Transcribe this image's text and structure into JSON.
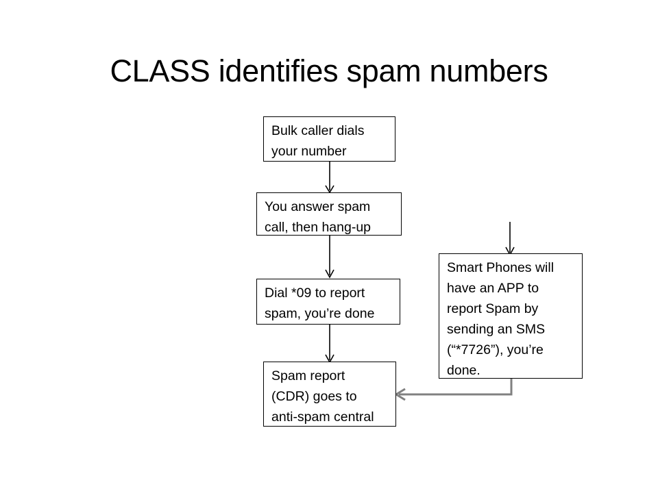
{
  "slide": {
    "title": "CLASS identifies spam numbers",
    "background_color": "#ffffff",
    "text_color": "#000000"
  },
  "diagram": {
    "type": "flowchart",
    "nodes": [
      {
        "id": "bulk-caller",
        "text": "Bulk caller dials\nyour number",
        "lines": [
          "Bulk caller dials",
          "your number"
        ]
      },
      {
        "id": "answer-call",
        "text": "You answer spam\ncall, then hang-up",
        "lines": [
          "You answer spam",
          "call, then hang-up"
        ]
      },
      {
        "id": "dial-star09",
        "text": "Dial *09 to report\nspam, you’re done",
        "lines": [
          "Dial *09 to report",
          "spam, you’re done"
        ]
      },
      {
        "id": "spam-report",
        "text": "Spam report\n(CDR) goes to\nanti-spam central",
        "lines": [
          "Spam report",
          "(CDR) goes to",
          "anti-spam central"
        ]
      },
      {
        "id": "smart-phones",
        "text": "Smart Phones will\nhave an APP to\nreport Spam by\nsending an SMS\n(“*7726”), you’re\ndone.",
        "lines": [
          "Smart Phones will",
          "have an APP to",
          "report Spam by",
          "sending an SMS",
          "(“*7726”), you’re",
          "done."
        ]
      }
    ],
    "connectors": [
      {
        "id": "bulk-caller-to-answer-call",
        "from": "bulk-caller",
        "to": "answer-call",
        "color": "#000000",
        "style": "straight-down"
      },
      {
        "id": "answer-call-to-dial-star09",
        "from": "answer-call",
        "to": "dial-star09",
        "color": "#000000",
        "style": "straight-down"
      },
      {
        "id": "dial-star09-to-spam-report",
        "from": "dial-star09",
        "to": "spam-report",
        "color": "#000000",
        "style": "straight-down"
      },
      {
        "id": "inbound-to-smart-phones",
        "from": "",
        "to": "smart-phones",
        "color": "#000000",
        "style": "straight-down"
      },
      {
        "id": "smart-phones-to-spam-report",
        "from": "smart-phones",
        "to": "spam-report",
        "color": "#808080",
        "style": "elbow-left"
      }
    ]
  }
}
